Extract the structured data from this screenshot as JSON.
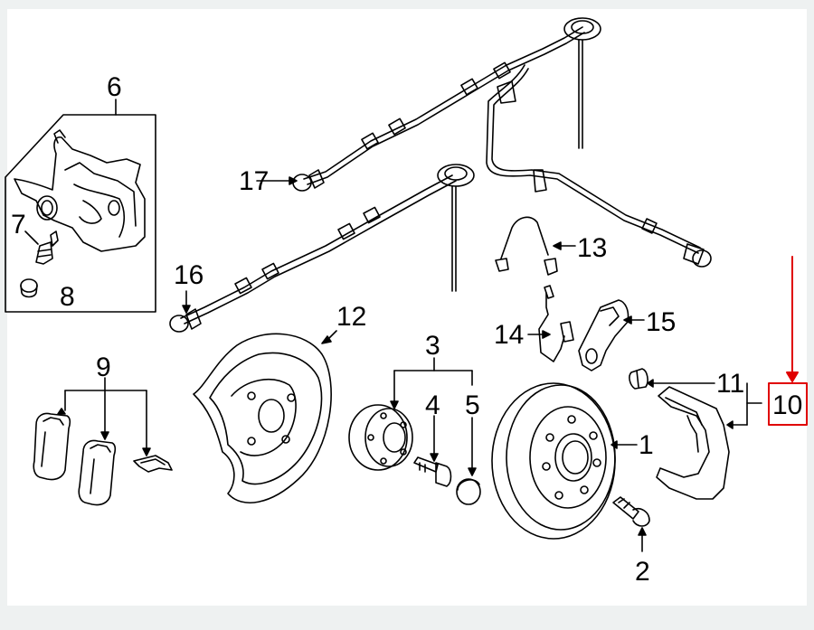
{
  "callouts": {
    "c1": "1",
    "c2": "2",
    "c3": "3",
    "c4": "4",
    "c5": "5",
    "c6": "6",
    "c7": "7",
    "c8": "8",
    "c9": "9",
    "c10": "10",
    "c11": "11",
    "c12": "12",
    "c13": "13",
    "c14": "14",
    "c15": "15",
    "c16": "16",
    "c17": "17"
  },
  "colors": {
    "highlight": "#e00000",
    "line": "#000000",
    "paper": "#ffffff",
    "surround": "#eef1f1"
  },
  "highlighted_callout": "10"
}
